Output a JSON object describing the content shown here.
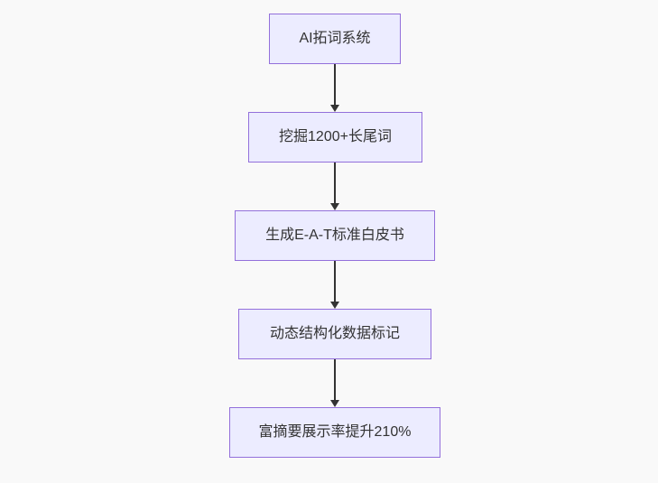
{
  "flowchart": {
    "type": "flowchart",
    "direction": "top-down",
    "nodes": [
      {
        "id": "ai-word-expansion-system",
        "label": "AI拓词系统"
      },
      {
        "id": "mine-longtail-keywords",
        "label": "挖掘1200+长尾词"
      },
      {
        "id": "generate-eat-whitepaper",
        "label": "生成E-A-T标准白皮书"
      },
      {
        "id": "dynamic-structured-data",
        "label": "动态结构化数据标记"
      },
      {
        "id": "rich-snippet-uplift",
        "label": "富摘要展示率提升210%"
      }
    ],
    "edges": [
      {
        "from": "ai-word-expansion-system",
        "to": "mine-longtail-keywords"
      },
      {
        "from": "mine-longtail-keywords",
        "to": "generate-eat-whitepaper"
      },
      {
        "from": "generate-eat-whitepaper",
        "to": "dynamic-structured-data"
      },
      {
        "from": "dynamic-structured-data",
        "to": "rich-snippet-uplift"
      }
    ],
    "colors": {
      "background": "#f9f9f9",
      "node_fill": "#ECECFF",
      "node_border": "#9370DB",
      "arrow": "#333333",
      "text": "#333333"
    }
  }
}
